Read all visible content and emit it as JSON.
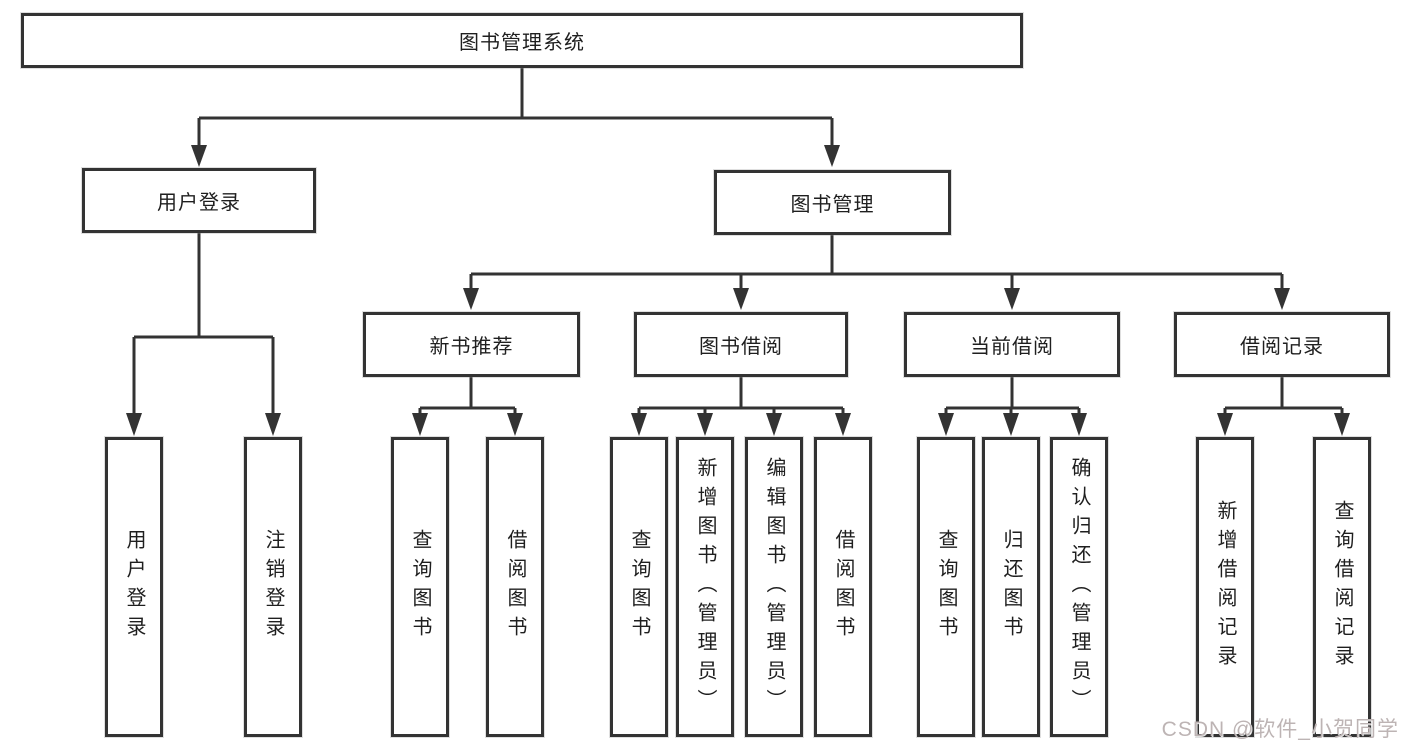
{
  "title": "图书管理系统",
  "nodes": {
    "user_login": "用户登录",
    "book_mgmt": "图书管理",
    "new_book": "新书推荐",
    "book_borrow": "图书借阅",
    "current_borrow": "当前借阅",
    "borrow_record": "借阅记录"
  },
  "leaves": {
    "user_login": [
      "用户登录",
      "注销登录"
    ],
    "new_book": [
      "查询图书",
      "借阅图书"
    ],
    "book_borrow": [
      "查询图书",
      "新增图书（管理员）",
      "编辑图书（管理员）",
      "借阅图书"
    ],
    "current_borrow": [
      "查询图书",
      "归还图书",
      "确认归还（管理员）"
    ],
    "borrow_record": [
      "新增借阅记录",
      "查询借阅记录"
    ]
  },
  "watermark": "CSDN @软件_小贺同学",
  "colors": {
    "line": "#333333",
    "border": "#333333",
    "text": "#1f1f1f",
    "watermark": "#bdb4b4"
  }
}
